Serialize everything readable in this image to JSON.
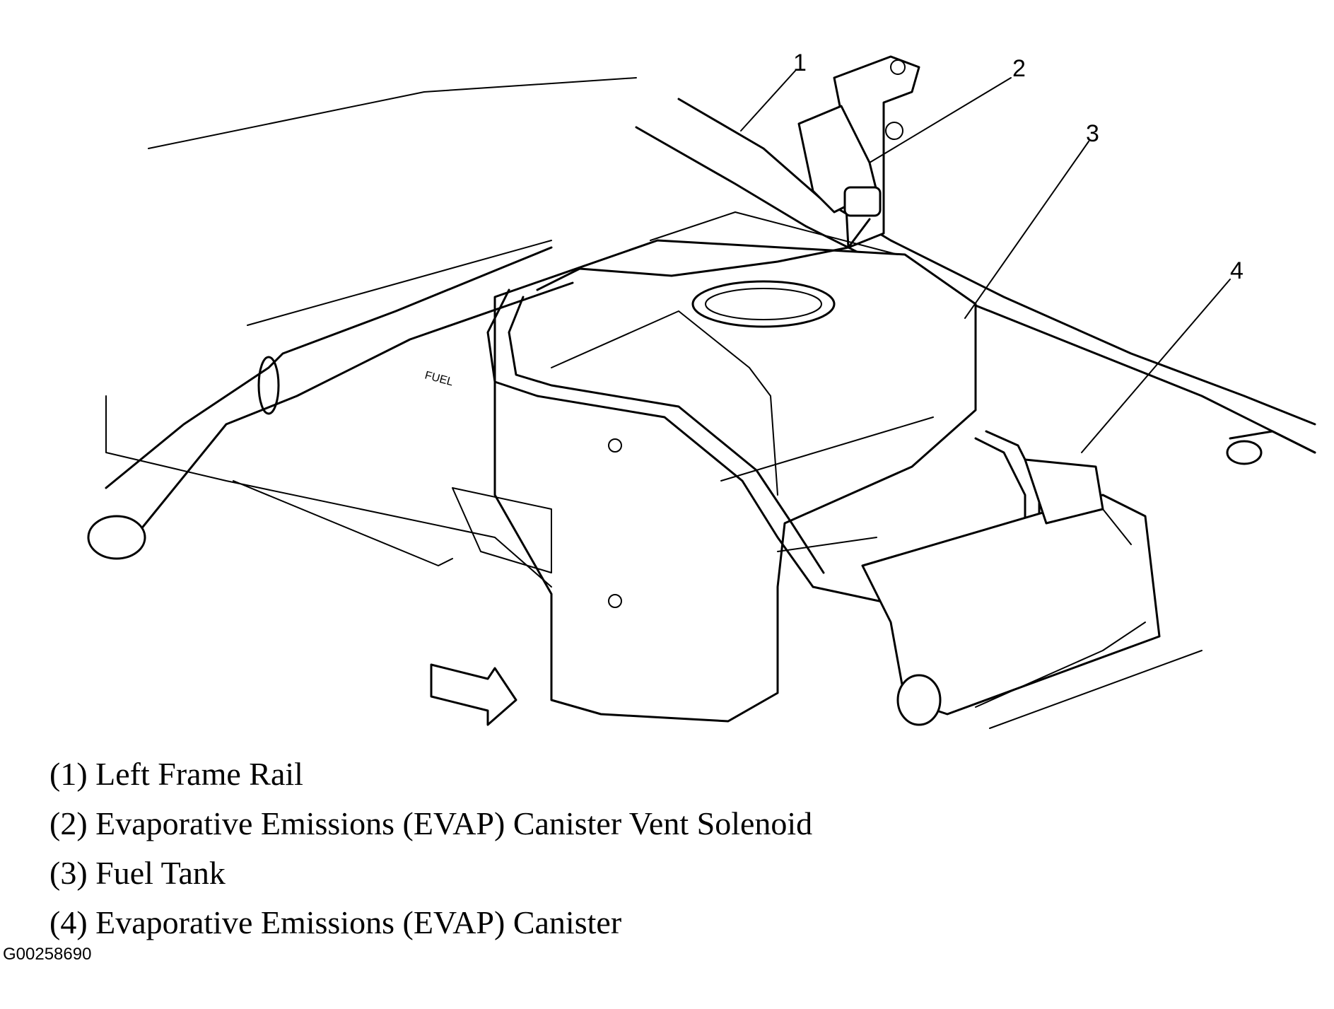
{
  "callouts": [
    {
      "num": "1",
      "label": "(1) Left Frame Rail"
    },
    {
      "num": "2",
      "label": "(2) Evaporative Emissions (EVAP) Canister Vent Solenoid"
    },
    {
      "num": "3",
      "label": "(3) Fuel Tank"
    },
    {
      "num": "4",
      "label": "(4) Evaporative Emissions (EVAP) Canister"
    }
  ],
  "figure_id": "G00258690",
  "embossed_text": {
    "fuel": "FUEL"
  }
}
